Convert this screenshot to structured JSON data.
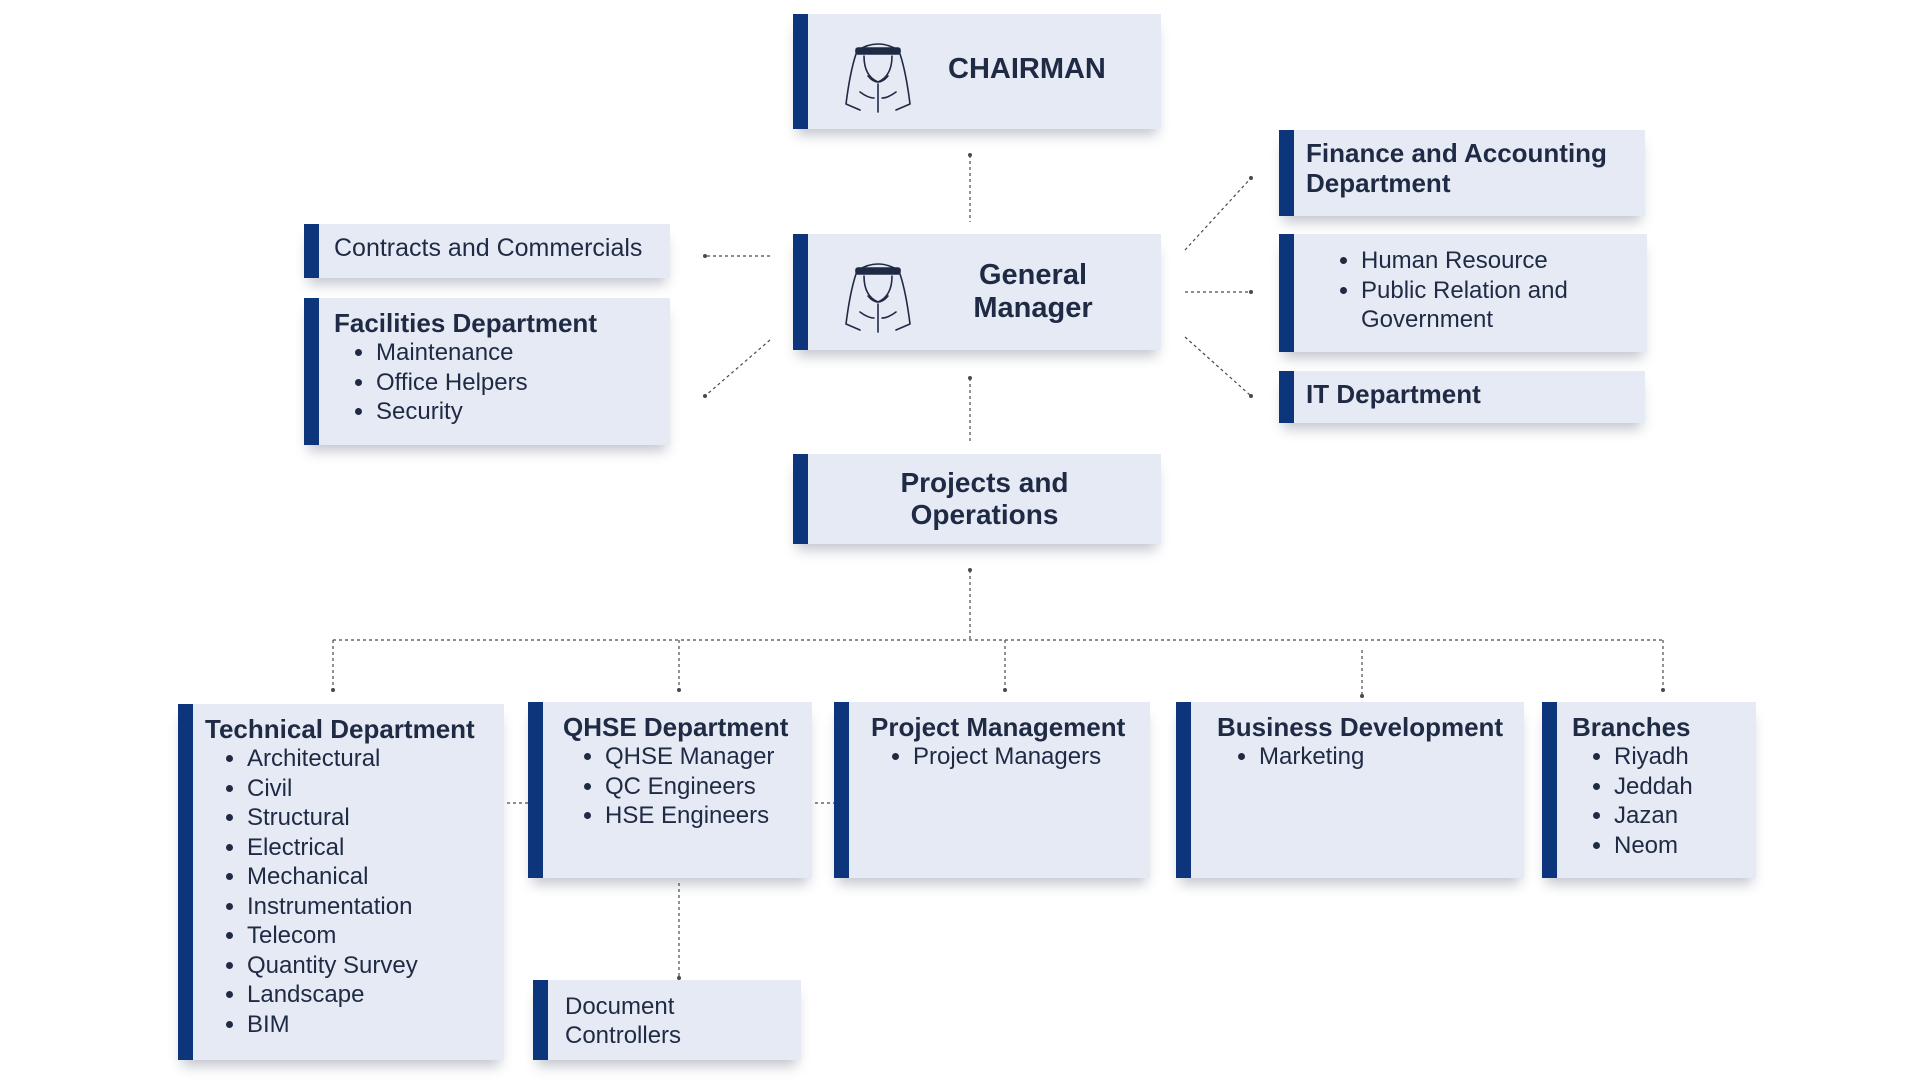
{
  "colors": {
    "accent": "#0d357b",
    "box_fill": "#e6eaf4",
    "text": "#1f2a44",
    "line": "#4a4a4a"
  },
  "chairman": {
    "title": "CHAIRMAN",
    "icon": "arab-man-headdress-icon"
  },
  "general_manager": {
    "title": "General Manager",
    "icon": "arab-man-headdress-icon"
  },
  "finance": {
    "title": "Finance and Accounting Department"
  },
  "hr": {
    "items": [
      "Human Resource",
      "Public Relation and Government"
    ]
  },
  "it": {
    "title": "IT Department"
  },
  "contracts": {
    "title": "Contracts and Commercials"
  },
  "facilities": {
    "title": "Facilities Department",
    "items": [
      "Maintenance",
      "Office Helpers",
      "Security"
    ]
  },
  "projects": {
    "title": "Projects and Operations"
  },
  "technical": {
    "title": "Technical Department",
    "items": [
      "Architectural",
      "Civil",
      "Structural",
      "Electrical",
      "Mechanical",
      "Instrumentation",
      "Telecom",
      "Quantity Survey",
      "Landscape",
      "BIM"
    ]
  },
  "qhse": {
    "title": "QHSE Department",
    "items": [
      "QHSE Manager",
      "QC Engineers",
      "HSE Engineers"
    ]
  },
  "project_management": {
    "title": "Project Management",
    "items": [
      "Project Managers"
    ]
  },
  "business_development": {
    "title": "Business Development",
    "items": [
      "Marketing"
    ]
  },
  "branches": {
    "title": "Branches",
    "items": [
      "Riyadh",
      "Jeddah",
      "Jazan",
      "Neom"
    ]
  },
  "document_controllers": {
    "title": "Document Controllers"
  }
}
